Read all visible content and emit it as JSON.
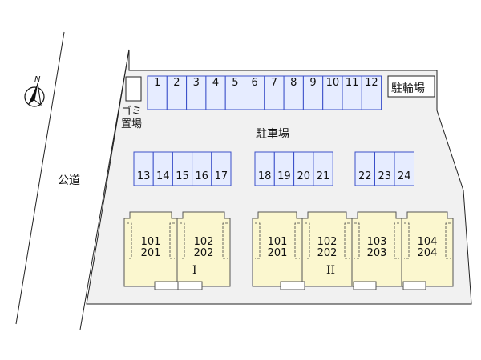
{
  "colors": {
    "lot": "#f1f1f1",
    "parking_fill": "#e6ecff",
    "parking_stroke": "#3a4fc9",
    "building_fill": "#fbf7cf",
    "building_stroke": "#555555"
  },
  "compass": {
    "icon": "north-arrow-icon",
    "label": "N"
  },
  "road_label": "公道",
  "lot_label": "駐車場",
  "bicycle_parking_label": "駐輪場",
  "garbage_label": [
    "ゴミ",
    "置場"
  ],
  "parking_rows": [
    {
      "row": "top",
      "spaces": [
        "1",
        "2",
        "3",
        "4",
        "5",
        "6",
        "7",
        "8",
        "9",
        "10",
        "11",
        "12"
      ]
    },
    {
      "row": "middle-left",
      "spaces": [
        "13",
        "14",
        "15",
        "16",
        "17"
      ]
    },
    {
      "row": "middle-center",
      "spaces": [
        "18",
        "19",
        "20",
        "21"
      ]
    },
    {
      "row": "middle-right",
      "spaces": [
        "22",
        "23",
        "24"
      ]
    }
  ],
  "buildings": [
    {
      "id": "I",
      "units": [
        {
          "lower": "101",
          "upper": "201"
        },
        {
          "lower": "102",
          "upper": "202"
        }
      ]
    },
    {
      "id": "II",
      "units": [
        {
          "lower": "101",
          "upper": "201"
        },
        {
          "lower": "102",
          "upper": "202"
        },
        {
          "lower": "103",
          "upper": "203"
        },
        {
          "lower": "104",
          "upper": "204"
        }
      ]
    }
  ]
}
